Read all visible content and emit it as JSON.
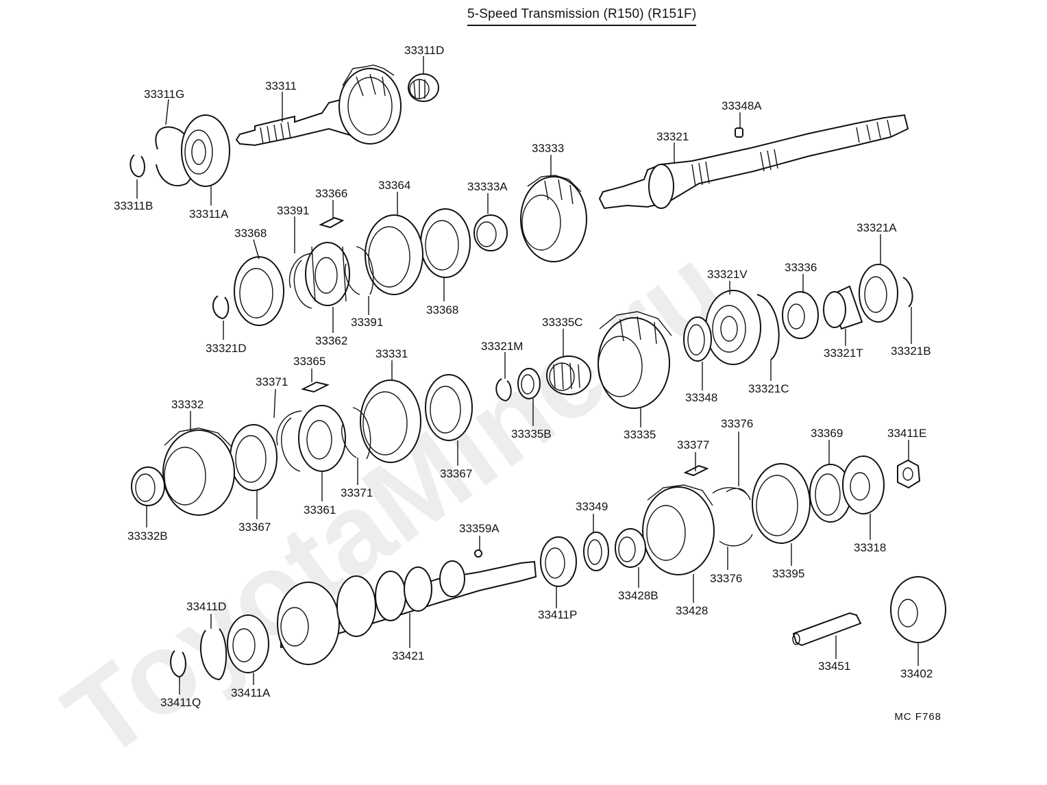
{
  "title": "5-Speed Transmission (R150) (R151F)",
  "drawing_code": "MC  F768",
  "watermark": "ToyotaMine.ru",
  "labels": {
    "p33311D": "33311D",
    "p33311": "33311",
    "p33311G": "33311G",
    "p33311B": "33311B",
    "p33311A": "33311A",
    "p33348A": "33348A",
    "p33321": "33321",
    "p33333": "33333",
    "p33333A": "33333A",
    "p33364": "33364",
    "p33366": "33366",
    "p33391a": "33391",
    "p33368a": "33368",
    "p33321D": "33321D",
    "p33362": "33362",
    "p33391b": "33391",
    "p33368b": "33368",
    "p33321A": "33321A",
    "p33321V": "33321V",
    "p33336": "33336",
    "p33321T": "33321T",
    "p33321B": "33321B",
    "p33321C": "33321C",
    "p33348": "33348",
    "p33335C": "33335C",
    "p33321M": "33321M",
    "p33335B": "33335B",
    "p33335": "33335",
    "p33365": "33365",
    "p33331": "33331",
    "p33371a": "33371",
    "p33332": "33332",
    "p33367a": "33367",
    "p33367b": "33367",
    "p33361": "33361",
    "p33371b": "33371",
    "p33332B": "33332B",
    "p33376a": "33376",
    "p33377": "33377",
    "p33369": "33369",
    "p33411E": "33411E",
    "p33349": "33349",
    "p33359A": "33359A",
    "p33318": "33318",
    "p33376b": "33376",
    "p33395": "33395",
    "p33428B": "33428B",
    "p33428": "33428",
    "p33411P": "33411P",
    "p33411D": "33411D",
    "p33421": "33421",
    "p33451": "33451",
    "p33402": "33402",
    "p33411Q": "33411Q",
    "p33411A": "33411A"
  }
}
